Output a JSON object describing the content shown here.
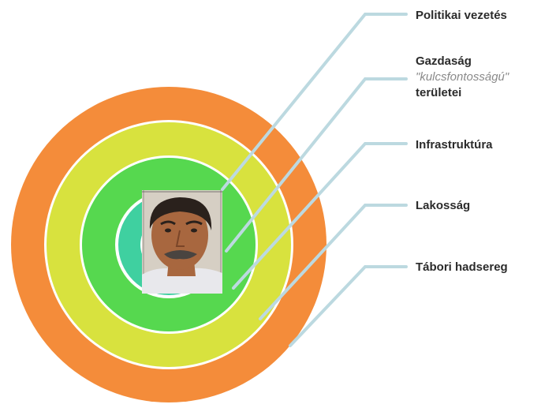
{
  "diagram": {
    "rings": [
      {
        "name": "Tábori hadsereg",
        "color": "#f48c3a"
      },
      {
        "name": "Lakosság",
        "color": "#d8e23e"
      },
      {
        "name": "Infrastruktúra",
        "color": "#56d84f"
      },
      {
        "name": "Gazdaság kulcsfontosságú területei",
        "color": "#3fd0a0"
      },
      {
        "name": "Politikai vezetés",
        "color": "#ffffff"
      }
    ],
    "leader_color": "#bcd9e0",
    "photo_colors": {
      "background": "#d6cfc4",
      "skin": "#a8673f",
      "hair": "#2a211c",
      "shirt": "#e8e8ec"
    },
    "labels": {
      "politikai": "Politikai vezetés",
      "gazdasag_line1": "Gazdaság",
      "gazdasag_line2": "\"kulcsfontosságú\"",
      "gazdasag_line3": "területei",
      "infrastruktura": "Infrastruktúra",
      "lakossag": "Lakosság",
      "tabori": "Tábori hadsereg"
    }
  }
}
